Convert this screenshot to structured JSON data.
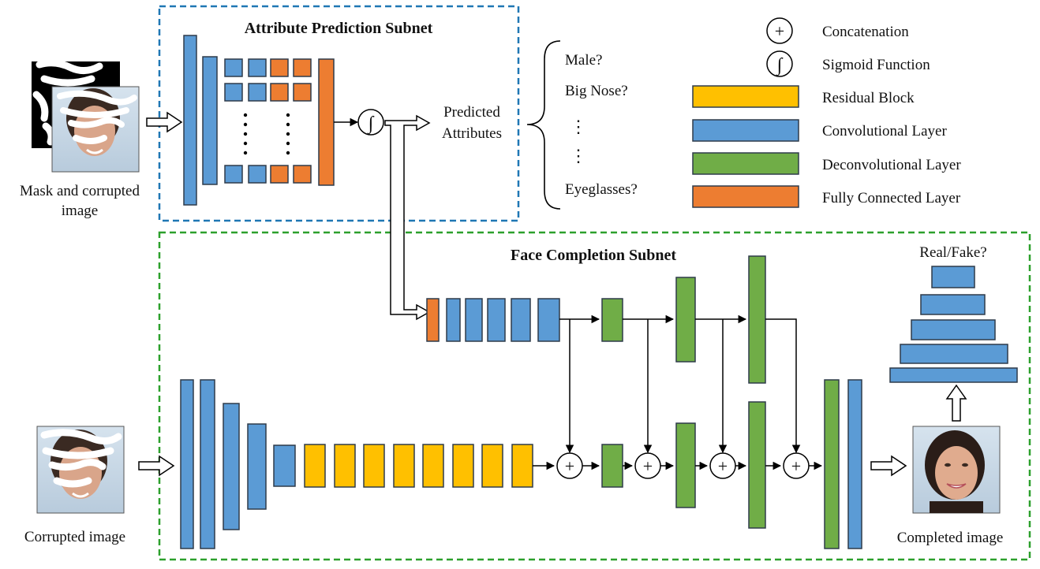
{
  "attribute_subnet": {
    "title": "Attribute Prediction Subnet",
    "input_label_line1": "Mask and corrupted",
    "input_label_line2": "image",
    "output_label_line1": "Predicted",
    "output_label_line2": "Attributes",
    "attributes": [
      "Male?",
      "Big Nose?",
      "Eyeglasses?"
    ],
    "vertical_ellipsis": "⋮"
  },
  "face_subnet": {
    "title": "Face Completion Subnet",
    "input_label": "Corrupted image",
    "output_label": "Completed image",
    "discriminator_label": "Real/Fake?"
  },
  "legend": {
    "concatenation": {
      "symbol": "+",
      "label": "Concatenation"
    },
    "sigmoid": {
      "symbol": "∫",
      "label": "Sigmoid Function"
    },
    "residual": {
      "label": "Residual Block",
      "color": "#FFC000"
    },
    "conv": {
      "label": "Convolutional Layer",
      "color": "#5B9BD5"
    },
    "deconv": {
      "label": "Deconvolutional Layer",
      "color": "#70AD47"
    },
    "fc": {
      "label": "Fully Connected Layer",
      "color": "#ED7D31"
    }
  },
  "colors": {
    "attribute_box": "#1F77B4",
    "face_box": "#2CA02C",
    "stroke": "#2F3B4A"
  }
}
